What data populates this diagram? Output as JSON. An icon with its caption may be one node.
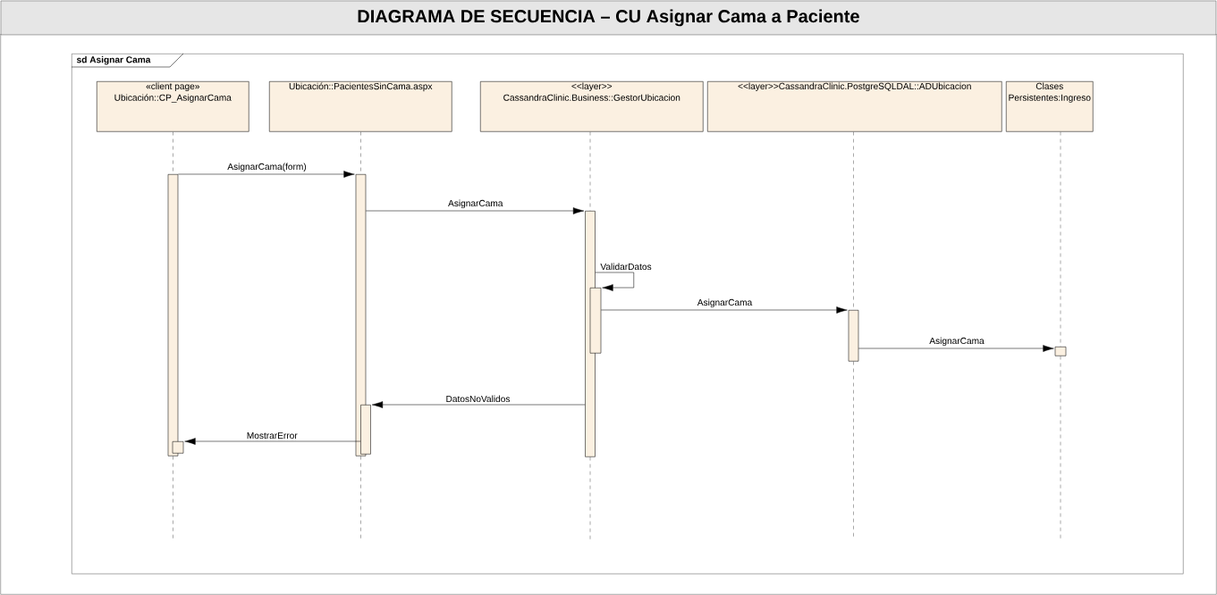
{
  "diagram": {
    "title": "DIAGRAMA DE SECUENCIA – CU Asignar Cama a Paciente",
    "nodes": [
      {
        "text": [
          "sd Asignar Cama"
        ]
      },
      {
        "text": [
          "«client page»",
          "Ubicación::CP_AsignarCama"
        ],
        "in": 0
      },
      {
        "text": [
          "Ubicación::PacientesSinCama.aspx"
        ],
        "in": 0
      },
      {
        "text": [
          "<<layer>>",
          "CassandraClinic.Business::GestorUbicacion"
        ],
        "in": 0
      },
      {
        "text": [
          "<<layer>>CassandraClinic.PostgreSQLDAL::ADUbicacion"
        ],
        "in": 0
      },
      {
        "text": [
          "Clases Persistentes:Ingreso"
        ],
        "in": 0
      },
      {
        "text": [],
        "shape": "bar",
        "in": 0
      },
      {
        "text": [],
        "shape": "bar",
        "in": 0
      },
      {
        "text": [],
        "shape": "bar",
        "in": 0
      },
      {
        "text": [],
        "shape": "bar",
        "in": 0
      },
      {
        "text": [],
        "shape": "bar",
        "in": 0
      },
      {
        "text": [],
        "shape": "bar",
        "in": 0
      },
      {
        "text": [],
        "shape": "bar",
        "in": 0
      },
      {
        "text": [],
        "shape": "bar",
        "in": 0
      }
    ],
    "edges": [
      {
        "from": 1,
        "to": 6,
        "arrow": "none",
        "style": "dashed"
      },
      {
        "from": 2,
        "to": 8,
        "arrow": "none",
        "style": "dashed"
      },
      {
        "from": 3,
        "to": 10,
        "arrow": "none",
        "style": "dashed"
      },
      {
        "from": 4,
        "to": 12,
        "arrow": "none",
        "style": "dashed"
      },
      {
        "from": 5,
        "to": 13,
        "arrow": "none",
        "style": "dashed"
      },
      {
        "from": 6,
        "to": 8,
        "arrow": "to",
        "label": "AsignarCama(form)"
      },
      {
        "from": 8,
        "to": 10,
        "arrow": "to",
        "label": "AsignarCama"
      },
      {
        "from": 10,
        "to": 11,
        "arrow": "to",
        "label": "ValidarDatos"
      },
      {
        "from": 11,
        "to": 12,
        "arrow": "to",
        "label": "AsignarCama"
      },
      {
        "from": 12,
        "to": 13,
        "arrow": "to",
        "label": "AsignarCama"
      },
      {
        "from": 10,
        "to": 9,
        "arrow": "to",
        "label": "DatosNoValidos"
      },
      {
        "from": 9,
        "to": 7,
        "arrow": "to",
        "label": "MostrarError"
      }
    ]
  }
}
